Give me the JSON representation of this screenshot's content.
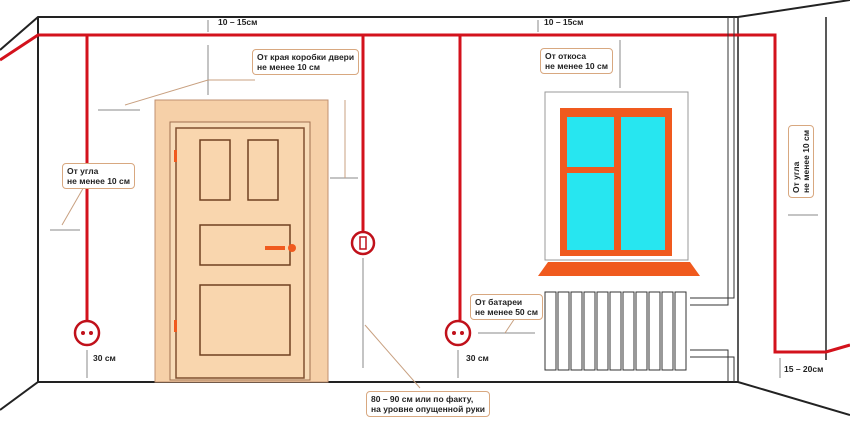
{
  "labels": {
    "top_left_gap": "10 – 15см",
    "top_right_gap": "10 – 15см",
    "door_frame": [
      "От края коробки двери",
      "не менее 10 см"
    ],
    "window_slope": [
      "От откоса",
      "не менее 10 см"
    ],
    "left_corner": [
      "От угла",
      "не менее 10 см"
    ],
    "right_corner": [
      "От угла",
      "не менее 10 см"
    ],
    "socket_left_height": "30 см",
    "socket_right_height": "30 см",
    "radiator": [
      "От батареи",
      "не менее 50 см"
    ],
    "switch_height": [
      "80 – 90 см или по факту,",
      "на уровне опущенной руки"
    ],
    "right_bottom_gap": "15 – 20см"
  },
  "colors": {
    "wire": "#d3121c",
    "door": "#f6d0a8",
    "window_glass": "#27e6f0",
    "window_frame": "#f05a1e",
    "leader": "#c8a080"
  }
}
